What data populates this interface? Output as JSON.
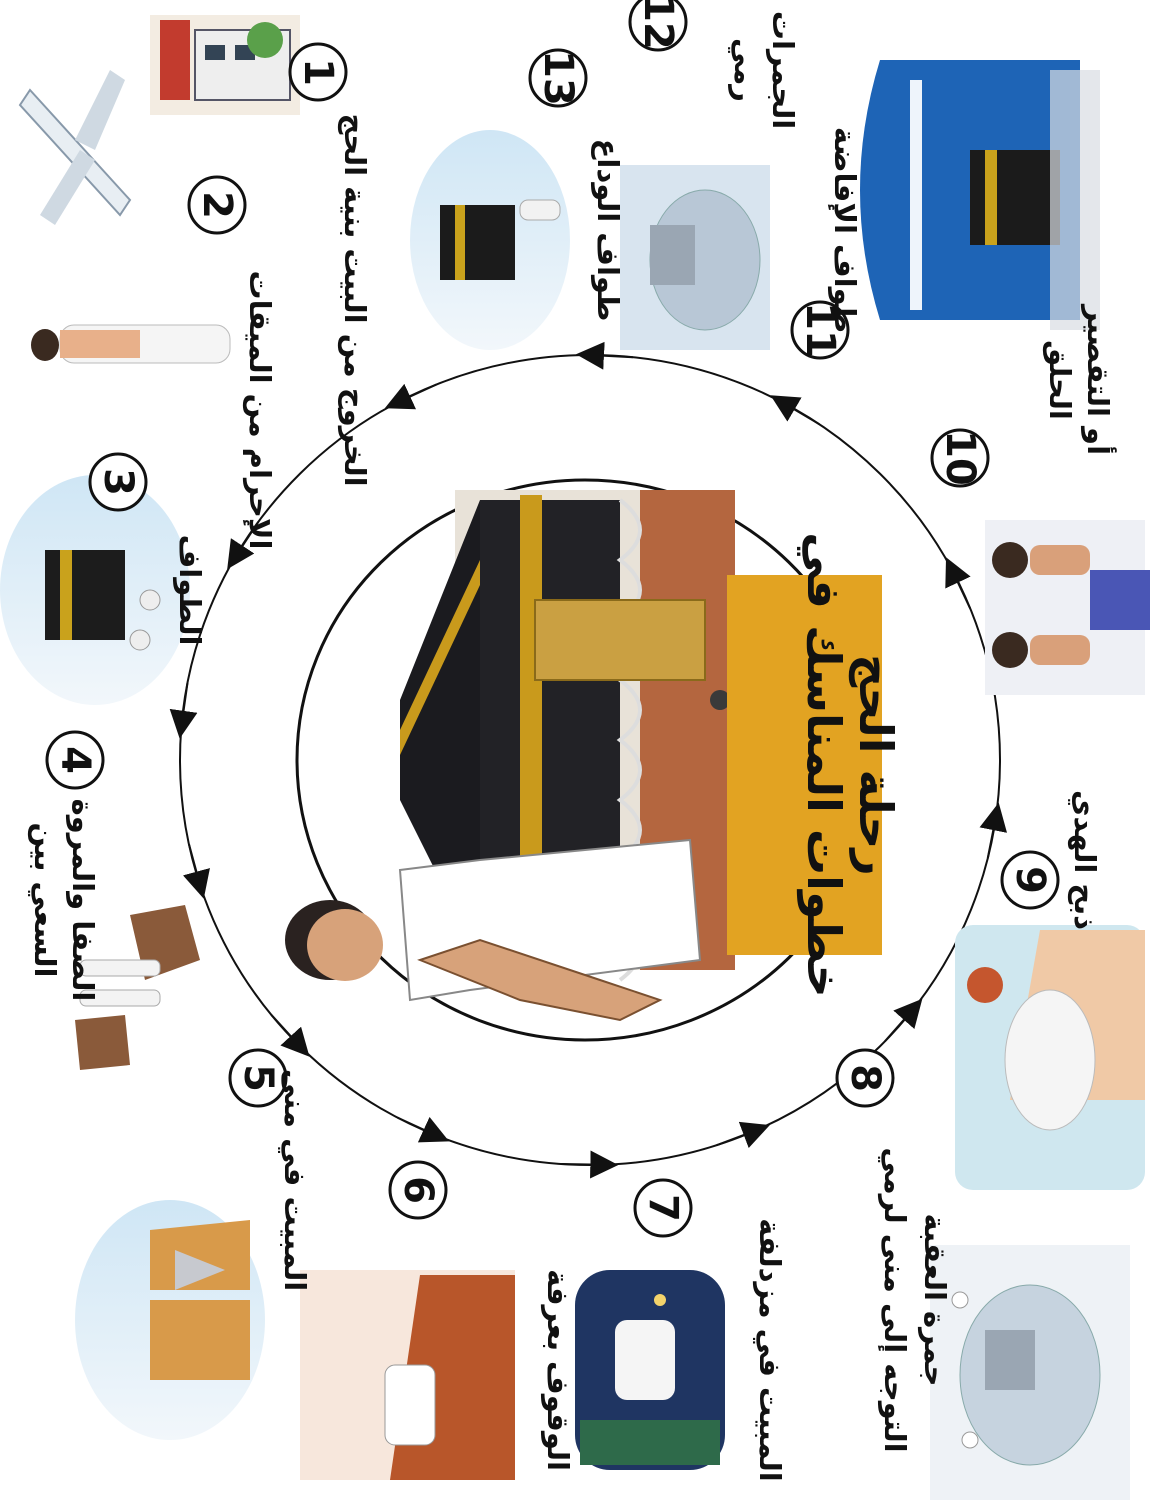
{
  "center": {
    "title_line1": "خطوات المناسك في",
    "title_line2": "رحلة الحج",
    "title_bg": "#e2a322"
  },
  "steps": [
    {
      "number": "1",
      "label_lines": [
        "الخروج من البيت بنية الحج"
      ],
      "icon": "house-icon"
    },
    {
      "number": "2",
      "label_lines": [
        "الإحرام من الميقات"
      ],
      "icon": "airplane-icon"
    },
    {
      "number": "3",
      "label_lines": [
        "الطواف"
      ],
      "icon": "kaaba-tawaf-icon"
    },
    {
      "number": "4",
      "label_lines": [
        "السعي بين",
        "الصفا والمروة"
      ],
      "icon": "safa-marwa-icon"
    },
    {
      "number": "5",
      "label_lines": [
        "المبيت في منى"
      ],
      "icon": "mina-tents-icon"
    },
    {
      "number": "6",
      "label_lines": [
        "الوقوف بعرفة"
      ],
      "icon": "arafat-icon"
    },
    {
      "number": "7",
      "label_lines": [
        "المبيت في مزدلفة"
      ],
      "icon": "muzdalifah-night-icon"
    },
    {
      "number": "8",
      "label_lines": [
        "التوجه إلى منى لرمي",
        "جمرة العقبة"
      ],
      "icon": "jamarat-icon"
    },
    {
      "number": "9",
      "label_lines": [
        "ذبح الهدي"
      ],
      "icon": "sacrifice-icon"
    },
    {
      "number": "10",
      "label_lines": [
        "الحلق",
        "أو التقصير"
      ],
      "icon": "haircut-icon"
    },
    {
      "number": "11",
      "label_lines": [
        "طواف الإفاضة"
      ],
      "icon": "kaaba-mosque-icon"
    },
    {
      "number": "12",
      "label_lines": [
        "رمي",
        "الجمرات"
      ],
      "icon": "jamarat-stoning-icon"
    },
    {
      "number": "13",
      "label_lines": [
        "طواف الوداع"
      ],
      "icon": "farewell-tawaf-icon"
    }
  ]
}
